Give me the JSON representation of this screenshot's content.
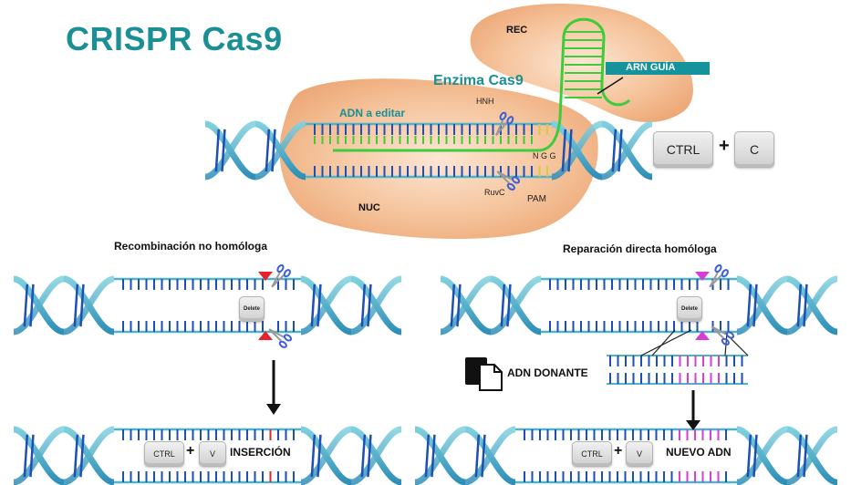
{
  "title": "CRISPR Cas9",
  "top": {
    "enzyme_label": "Enzima Cas9",
    "dna_label": "ADN a editar",
    "rec_label": "REC",
    "nuc_label": "NUC",
    "guide_rna_label": "ARN GUÍA",
    "hnh_label": "HNH",
    "ruvc_label": "RuvC",
    "pam_label": "PAM",
    "pam_sequence": "N G G",
    "copy_shortcut": {
      "key1": "CTRL",
      "plus": "+",
      "key2": "C"
    }
  },
  "left_panel": {
    "title": "Recombinación no homóloga",
    "delete_key": "Delete",
    "paste_shortcut": {
      "key1": "CTRL",
      "plus": "+",
      "key2": "V"
    },
    "result_label": "INSERCIÓN"
  },
  "right_panel": {
    "title": "Reparación directa homóloga",
    "delete_key": "Delete",
    "donor_label": "ADN DONANTE",
    "paste_shortcut": {
      "key1": "CTRL",
      "plus": "+",
      "key2": "V"
    },
    "result_label": "NUEVO ADN"
  },
  "colors": {
    "title": "#1a8f96",
    "protein": "#f2b98a",
    "helix": "#4fb3c9",
    "rung": "#1e4fb5",
    "guide_rna": "#3ccc3c",
    "pam": "#d8c84a",
    "cut_left": "#e8222a",
    "cut_right": "#d63fd6",
    "banner": "#14939c"
  }
}
